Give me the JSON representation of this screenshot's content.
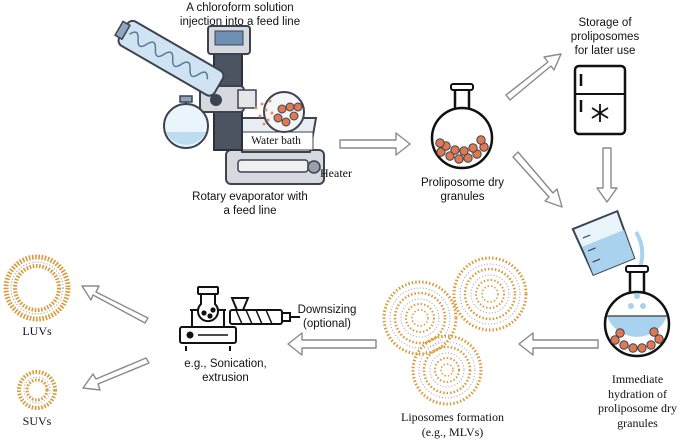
{
  "labels": {
    "feed_line_injection": "A chloroform solution\ninjection into a feed line",
    "water_bath": "Water bath",
    "heater": "Heater",
    "rotary_evaporator": "Rotary evaporator with\na feed line",
    "proliposome_granules": "Proliposome dry\ngranules",
    "storage": "Storage of\nproliposomes\nfor later use",
    "hydration": "Immediate\nhydration of\nproliposome dry\ngranules",
    "liposome_formation": "Liposomes formation\n(e.g., MLVs)",
    "downsizing": "Downsizing\n(optional)",
    "downsizing_methods": "e.g., Sonication,\nextrusion",
    "luvs": "LUVs",
    "suvs": "SUVs"
  },
  "icons": [
    "rotary-evaporator-icon",
    "round-flask-icon",
    "refrigerator-icon",
    "snowflake-icon",
    "beaker-pouring-icon",
    "hydration-flask-icon",
    "mlv-icon",
    "sonicator-icon",
    "extruder-icon",
    "luv-icon",
    "suv-icon",
    "arrow-icon"
  ],
  "colors": {
    "granule": "#e07850",
    "lipid": "#d89a3a",
    "water": "#a9d2ef",
    "machine": "#c9ccd0",
    "machine_dark": "#3d4350",
    "arrow_fill": "#ffffff",
    "arrow_stroke": "#8a8a8a"
  }
}
